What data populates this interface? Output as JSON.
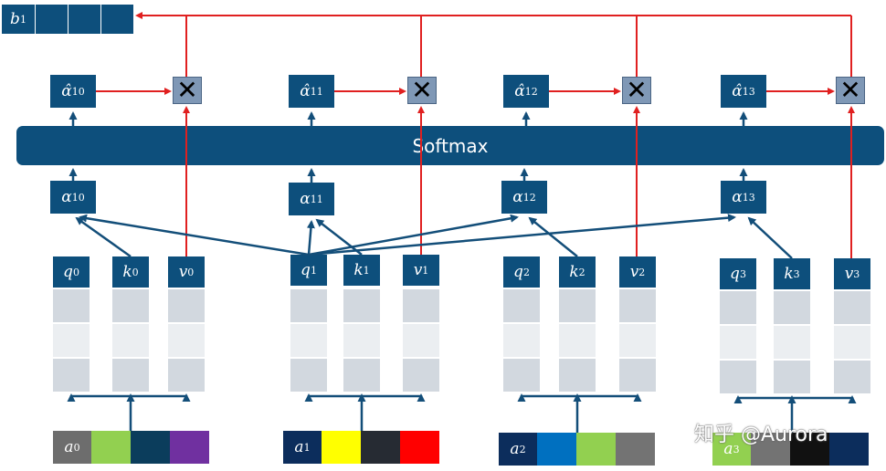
{
  "output": {
    "base": "b",
    "sup": "1"
  },
  "softmax_label": "Softmax",
  "multiply_symbol": "✕",
  "alpha_hat": [
    {
      "base": "α̂",
      "sub": "10"
    },
    {
      "base": "α̂",
      "sub": "11"
    },
    {
      "base": "α̂",
      "sub": "12"
    },
    {
      "base": "α̂",
      "sub": "13"
    }
  ],
  "alpha": [
    {
      "base": "α",
      "sub": "10"
    },
    {
      "base": "α",
      "sub": "11"
    },
    {
      "base": "α",
      "sub": "12"
    },
    {
      "base": "α",
      "sub": "13"
    }
  ],
  "groups": [
    {
      "q": {
        "base": "q",
        "sup": "0"
      },
      "k": {
        "base": "k",
        "sup": "0"
      },
      "v": {
        "base": "v",
        "sup": "0"
      },
      "input": {
        "base": "a",
        "sup": "0",
        "label_color": "#6d6d6d",
        "colors": [
          "#92d050",
          "#0b3d5c",
          "#7030a0"
        ]
      }
    },
    {
      "q": {
        "base": "q",
        "sup": "1"
      },
      "k": {
        "base": "k",
        "sup": "1"
      },
      "v": {
        "base": "v",
        "sup": "1"
      },
      "input": {
        "base": "a",
        "sup": "1",
        "label_color": "#0c2d5c",
        "colors": [
          "#ffff00",
          "#262b33",
          "#ff0000"
        ]
      }
    },
    {
      "q": {
        "base": "q",
        "sup": "2"
      },
      "k": {
        "base": "k",
        "sup": "2"
      },
      "v": {
        "base": "v",
        "sup": "2"
      },
      "input": {
        "base": "a",
        "sup": "2",
        "label_color": "#0c2d5c",
        "colors": [
          "#0070c0",
          "#92d050",
          "#737373"
        ]
      }
    },
    {
      "q": {
        "base": "q",
        "sup": "3"
      },
      "k": {
        "base": "k",
        "sup": "3"
      },
      "v": {
        "base": "v",
        "sup": "3"
      },
      "input": {
        "base": "a",
        "sup": "3",
        "label_color": "#92d050",
        "colors": [
          "#737373",
          "#111111",
          "#0c2d5c"
        ]
      }
    }
  ],
  "watermark": "知乎 @Aurora",
  "colors": {
    "box": "#0d4f7c",
    "red_line": "#e02020",
    "blue_line": "#134e79"
  }
}
